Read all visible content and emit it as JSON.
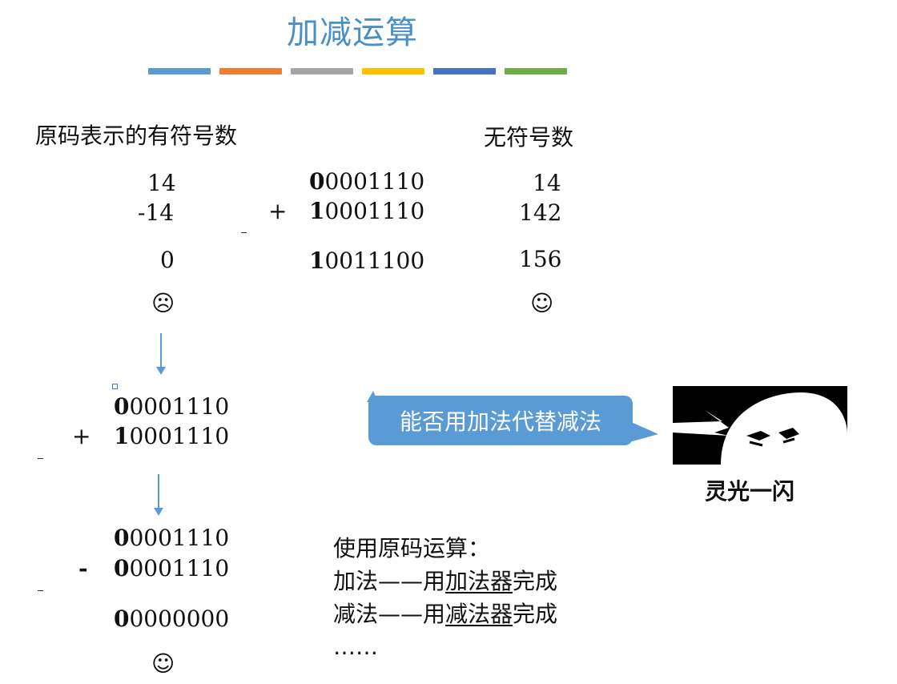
{
  "title": "加减运算",
  "color_bars": [
    "#5b9bd5",
    "#ed7d31",
    "#a5a5a5",
    "#ffc000",
    "#4472c4",
    "#70ad47"
  ],
  "left_heading": "原码表示的有符号数",
  "right_heading": "无符号数",
  "signed": {
    "a": "14",
    "b": "-14",
    "result": "0",
    "face": "☹"
  },
  "plus": "+",
  "binary": {
    "a_bit": "0",
    "a_rest": "0001110",
    "b_bit": "1",
    "b_rest": "0001110",
    "r_bit": "1",
    "r_rest": "0011100"
  },
  "unsigned": {
    "a": "14",
    "b": "142",
    "result": "156",
    "face": "☺"
  },
  "step2": {
    "a_bit": "0",
    "a_rest": "0001110",
    "op": "+",
    "b_bit": "1",
    "b_rest": "0001110"
  },
  "step3": {
    "a_bit": "0",
    "a_rest": "0001110",
    "op": "-",
    "b_bit": "0",
    "b_rest": "0001110",
    "r_bit": "0",
    "r_rest": "0000000",
    "face": "☺"
  },
  "bubble_text": "能否用加法代替减法",
  "caption": "灵光一闪",
  "notes": {
    "line1": "使用原码运算：",
    "line2_a": "加法——用",
    "line2_ul": "加法器",
    "line2_b": "完成",
    "line3_a": "减法——用",
    "line3_ul": "减法器",
    "line3_b": "完成",
    "line4": "……"
  }
}
